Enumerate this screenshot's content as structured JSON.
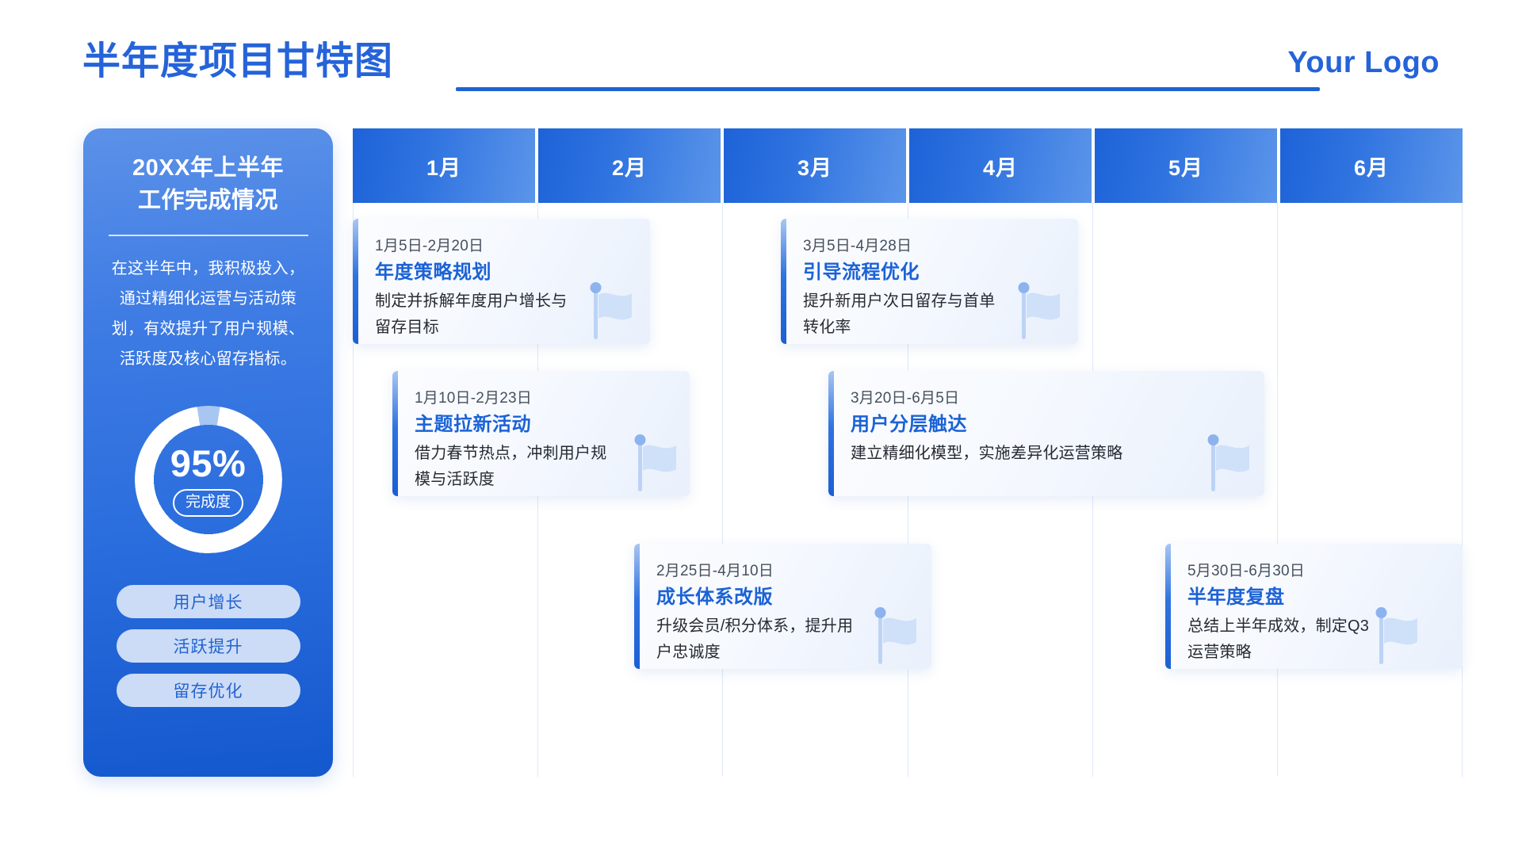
{
  "header": {
    "title": "半年度项目甘特图",
    "logo": "Your Logo"
  },
  "sidebar": {
    "title": "20XX年上半年\n工作完成情况",
    "title_line1": "20XX年上半年",
    "title_line2": "工作完成情况",
    "description": "在这半年中，我积极投入，通过精细化运营与活动策划，有效提升了用户规模、活跃度及核心留存指标。",
    "progress": {
      "value": 95,
      "percent_label": "95%",
      "caption": "完成度"
    },
    "tags": [
      {
        "label": "用户增长"
      },
      {
        "label": "活跃提升"
      },
      {
        "label": "留存优化"
      }
    ]
  },
  "timeline": {
    "months": [
      {
        "label": "1月"
      },
      {
        "label": "2月"
      },
      {
        "label": "3月"
      },
      {
        "label": "4月"
      },
      {
        "label": "5月"
      },
      {
        "label": "6月"
      }
    ],
    "tasks": [
      {
        "date": "1月5日-2月20日",
        "title": "年度策略规划",
        "description": "制定并拆解年度用户增长与留存目标",
        "icon": "flag-icon"
      },
      {
        "date": "1月10日-2月23日",
        "title": "主题拉新活动",
        "description": "借力春节热点，冲刺用户规模与活跃度",
        "icon": "flag-icon"
      },
      {
        "date": "3月5日-4月28日",
        "title": "引导流程优化",
        "description": "提升新用户次日留存与首单转化率",
        "icon": "flag-icon"
      },
      {
        "date": "3月20日-6月5日",
        "title": "用户分层触达",
        "description": "建立精细化模型，实施差异化运营策略",
        "icon": "flag-icon"
      },
      {
        "date": "2月25日-4月10日",
        "title": "成长体系改版",
        "description": "升级会员/积分体系，提升用户忠诚度",
        "icon": "flag-icon"
      },
      {
        "date": "5月30日-6月30日",
        "title": "半年度复盘",
        "description": "总结上半年成效，制定Q3运营策略",
        "icon": "flag-icon"
      }
    ]
  },
  "chart_data": {
    "type": "bar",
    "title": "半年度项目甘特图",
    "xlabel": "",
    "ylabel": "",
    "categories": [
      "1月",
      "2月",
      "3月",
      "4月",
      "5月",
      "6月"
    ],
    "x_axis_months": [
      1,
      2,
      3,
      4,
      5,
      6
    ],
    "grid": true,
    "legend": "none",
    "series": [
      {
        "name": "年度策略规划",
        "start": "1月5日",
        "end": "2月20日",
        "row": 0,
        "start_month": 1.15,
        "end_month": 2.7
      },
      {
        "name": "主题拉新活动",
        "start": "1月10日",
        "end": "2月23日",
        "row": 1,
        "start_month": 1.32,
        "end_month": 2.8
      },
      {
        "name": "引导流程优化",
        "start": "3月5日",
        "end": "4月28日",
        "row": 0,
        "start_month": 3.15,
        "end_month": 4.92
      },
      {
        "name": "用户分层触达",
        "start": "3月20日",
        "end": "6月5日",
        "row": 1,
        "start_month": 3.62,
        "end_month": 6.16
      },
      {
        "name": "成长体系改版",
        "start": "2月25日",
        "end": "4月10日",
        "row": 2,
        "start_month": 2.88,
        "end_month": 4.33
      },
      {
        "name": "半年度复盘",
        "start": "5月30日",
        "end": "6月30日",
        "row": 2,
        "start_month": 5.96,
        "end_month": 7.0
      }
    ],
    "completion_percent": 95,
    "completion_label": "完成度"
  },
  "colors": {
    "brand_blue": "#2563d9",
    "deep_blue": "#1b5fd3",
    "month_gradient_start": "#1d63d8",
    "month_gradient_end": "#5b95ea",
    "card_accent": "#2f73e0",
    "tag_bg": "#ccdcf7",
    "tag_text": "#2363cf",
    "grid_line": "#dfe8f8",
    "page_bg": "#ffffff"
  }
}
